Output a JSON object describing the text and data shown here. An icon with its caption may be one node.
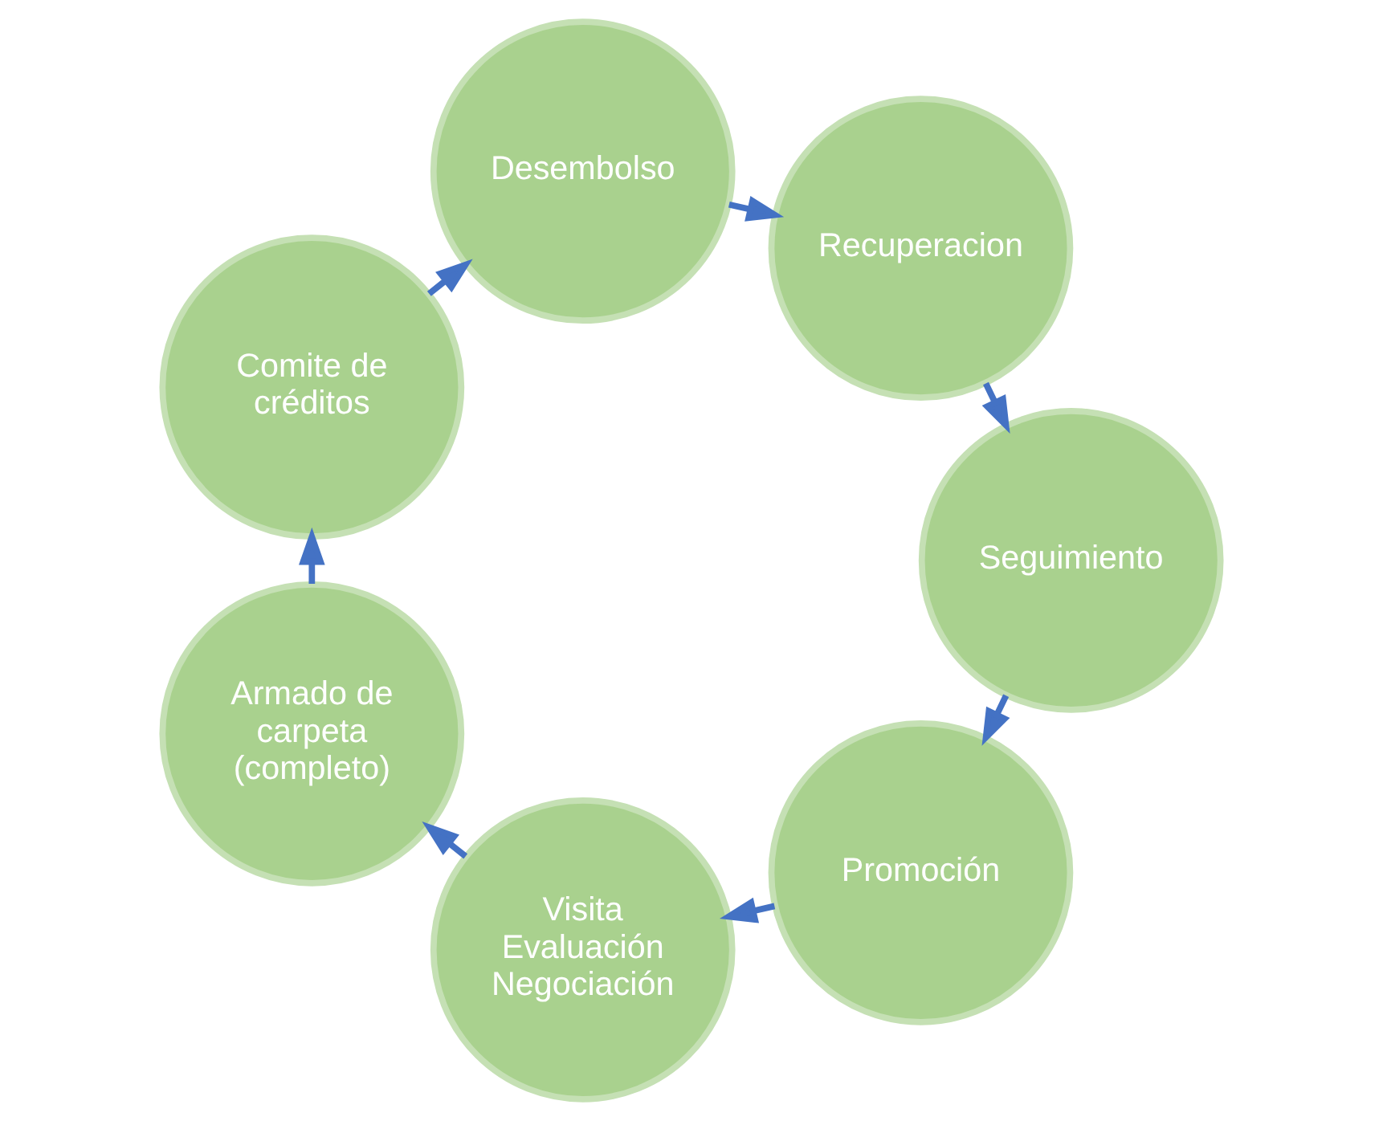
{
  "diagram": {
    "nodes": [
      {
        "text": [
          "Promoción"
        ]
      },
      {
        "text": [
          "Visita",
          "Evaluación",
          "Negociación"
        ]
      },
      {
        "text": [
          "Armado de carpeta (completo)"
        ]
      },
      {
        "text": [
          "Comite de créditos"
        ]
      },
      {
        "text": [
          "Desembolso"
        ]
      },
      {
        "text": [
          "Recuperacion"
        ]
      },
      {
        "text": [
          "Seguimiento"
        ]
      }
    ],
    "edges": [
      {
        "from": 0,
        "to": 1,
        "arrow": "to"
      },
      {
        "from": 1,
        "to": 2,
        "arrow": "to"
      },
      {
        "from": 2,
        "to": 3,
        "arrow": "to"
      },
      {
        "from": 3,
        "to": 4,
        "arrow": "to"
      },
      {
        "from": 4,
        "to": 5,
        "arrow": "to"
      },
      {
        "from": 5,
        "to": 6,
        "arrow": "to"
      },
      {
        "from": 6,
        "to": 0,
        "arrow": "to"
      }
    ]
  }
}
